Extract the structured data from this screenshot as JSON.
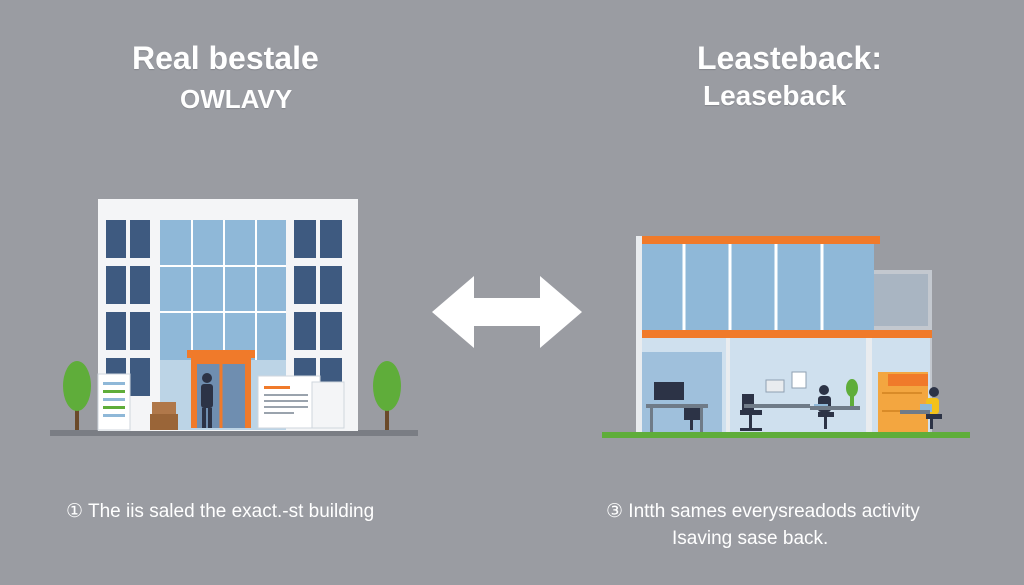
{
  "left_panel": {
    "title": "Real bestale",
    "subtitle": "OWLAVY",
    "caption": "① The iis saled the exact.-st building"
  },
  "right_panel": {
    "title": "Leasteback:",
    "subtitle": "Leaseback",
    "caption_line1": "③  Intth sames everysreadods activity",
    "caption_line2": "Isaving sase back."
  },
  "colors": {
    "background": "#9a9ca2",
    "accent_orange": "#f07a2a",
    "glass_blue": "#8fb8d8",
    "dark_window": "#3e5a80",
    "tree_green": "#5fad3a"
  },
  "icons": [
    "double-arrow-icon",
    "tree-icon",
    "businessman-icon",
    "document-icon",
    "office-worker-icon"
  ]
}
